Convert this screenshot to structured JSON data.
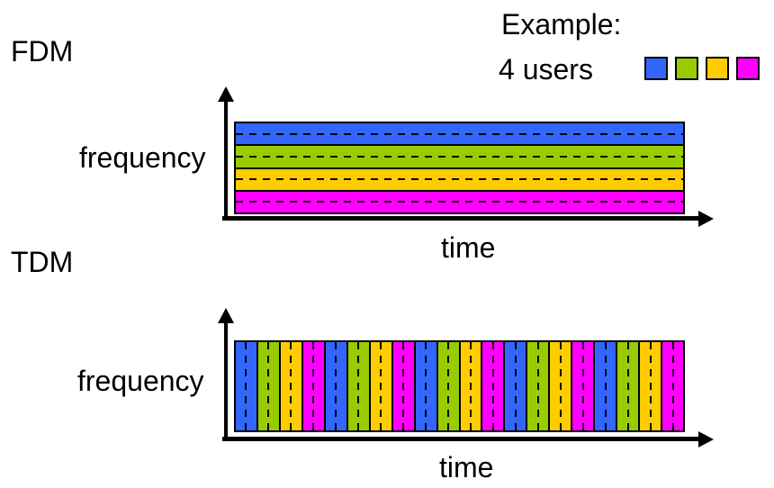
{
  "palette": {
    "user1_blue": "#3366ff",
    "user2_green": "#99cc00",
    "user3_yellow": "#ffcc00",
    "user4_magenta": "#ff00ff",
    "axis_black": "#000000",
    "background": "#ffffff"
  },
  "legend": {
    "title": "Example:",
    "subtitle": "4 users",
    "swatches": [
      {
        "user": "user-1",
        "color": "#3366ff"
      },
      {
        "user": "user-2",
        "color": "#99cc00"
      },
      {
        "user": "user-3",
        "color": "#ffcc00"
      },
      {
        "user": "user-4",
        "color": "#ff00ff"
      }
    ]
  },
  "fdm": {
    "title": "FDM",
    "y_axis_label": "frequency",
    "x_axis_label": "time",
    "description": "Each user occupies one horizontal frequency band for all time; dashed center line in each band.",
    "bands_top_to_bottom": [
      {
        "user": "user-1",
        "color": "#3366ff"
      },
      {
        "user": "user-2",
        "color": "#99cc00"
      },
      {
        "user": "user-3",
        "color": "#ffcc00"
      },
      {
        "user": "user-4",
        "color": "#ff00ff"
      }
    ]
  },
  "tdm": {
    "title": "TDM",
    "y_axis_label": "frequency",
    "x_axis_label": "time",
    "description": "Users take turns in repeating time slots over the whole frequency band; dashed center line in each slot; 5 cycles of 4 users = 20 slots.",
    "slot_colors_left_to_right": [
      "#3366ff",
      "#99cc00",
      "#ffcc00",
      "#ff00ff",
      "#3366ff",
      "#99cc00",
      "#ffcc00",
      "#ff00ff",
      "#3366ff",
      "#99cc00",
      "#ffcc00",
      "#ff00ff",
      "#3366ff",
      "#99cc00",
      "#ffcc00",
      "#ff00ff",
      "#3366ff",
      "#99cc00",
      "#ffcc00",
      "#ff00ff"
    ]
  }
}
